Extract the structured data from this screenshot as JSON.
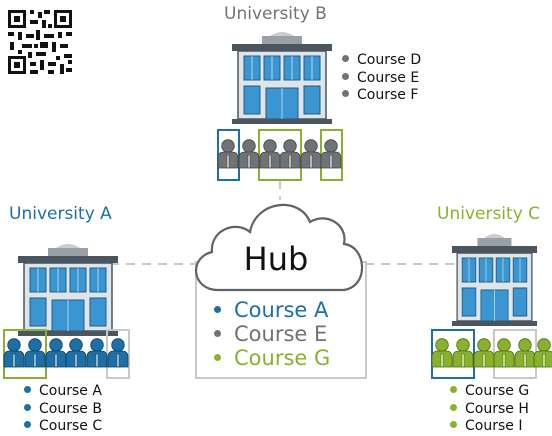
{
  "colors": {
    "university_a": "#1d6fa5",
    "university_b": "#6e7378",
    "university_c": "#8ab12e",
    "frame_grey": "#c8c8c8",
    "connector": "#c8c8c8"
  },
  "icons": [
    "qr-code-icon",
    "building-icon",
    "student-icon",
    "cloud-icon"
  ],
  "universities": [
    {
      "name": "University A",
      "courses": [
        "Course A",
        "Course B",
        "Course C"
      ]
    },
    {
      "name": "University B",
      "courses": [
        "Course D",
        "Course E",
        "Course F"
      ]
    },
    {
      "name": "University C",
      "courses": [
        "Course G",
        "Course H",
        "Course I"
      ]
    }
  ],
  "hub": {
    "title": "Hub",
    "courses": [
      "Course A",
      "Course E",
      "Course G"
    ]
  }
}
